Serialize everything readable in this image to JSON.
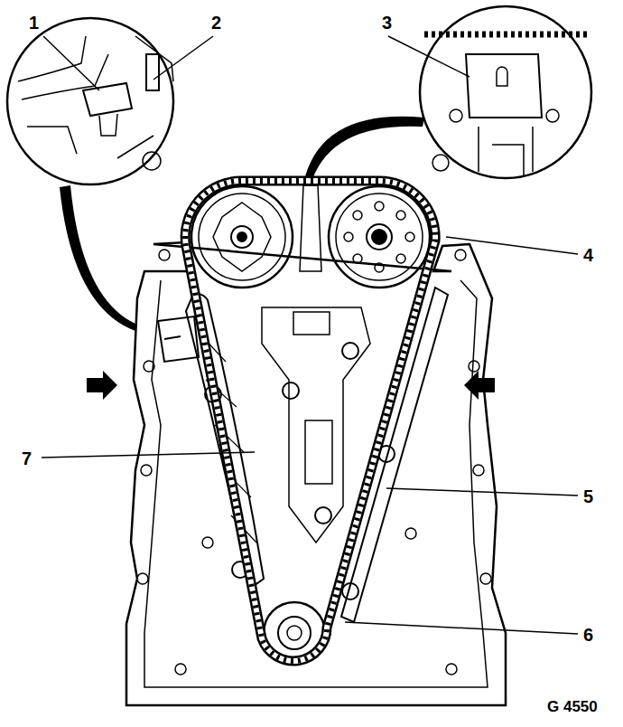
{
  "diagram": {
    "labels": [
      "1",
      "2",
      "3",
      "4",
      "5",
      "6",
      "7",
      "G 4550"
    ]
  }
}
